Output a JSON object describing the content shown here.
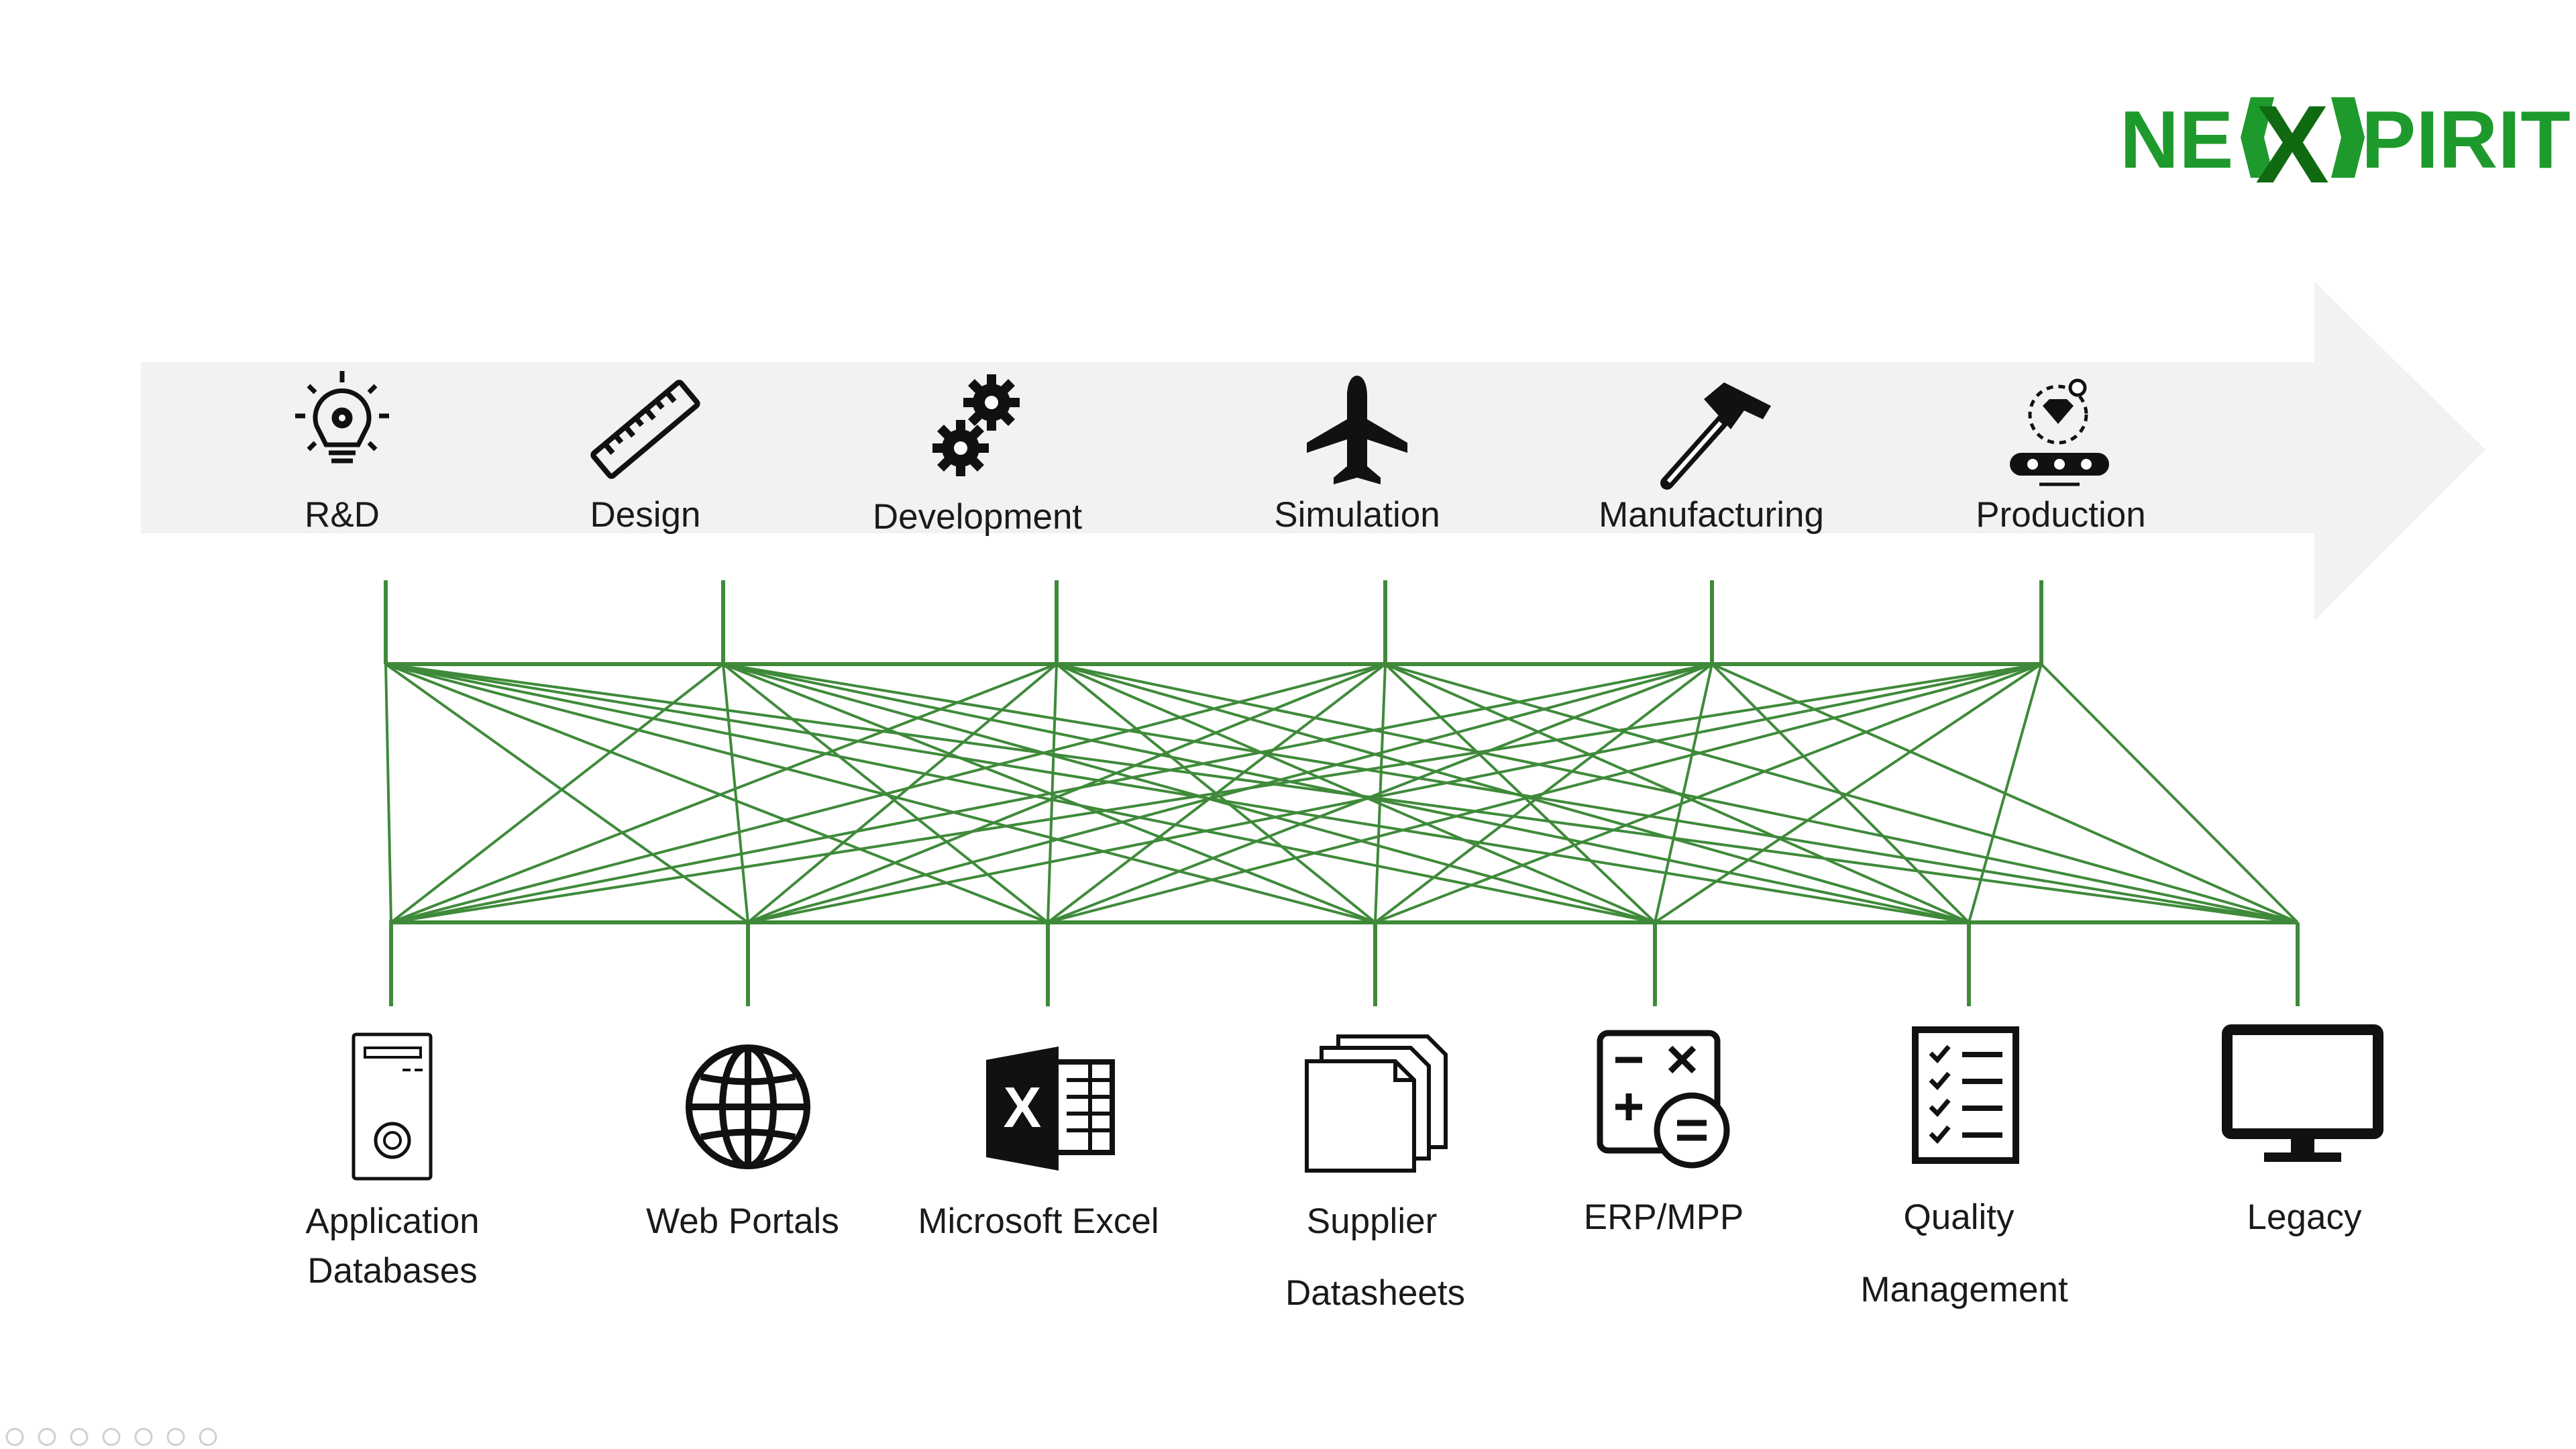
{
  "logo": {
    "left_text": "NE",
    "center_letter": "X",
    "right_text": "PIRIT",
    "color": "#1e9a2c",
    "dark_color": "#0f6a12"
  },
  "colors": {
    "connector": "#3f8a3a",
    "arrow_band": "#f2f2f2"
  },
  "stages": [
    {
      "key": "rnd",
      "label": "R&D",
      "icon": "lightbulb-gear-icon"
    },
    {
      "key": "design",
      "label": "Design",
      "icon": "ruler-icon"
    },
    {
      "key": "development",
      "label": "Development",
      "icon": "gears-icon"
    },
    {
      "key": "simulation",
      "label": "Simulation",
      "icon": "airplane-icon"
    },
    {
      "key": "manufacturing",
      "label": "Manufacturing",
      "icon": "hammer-icon"
    },
    {
      "key": "production",
      "label": "Production",
      "icon": "conveyor-gem-icon"
    }
  ],
  "sources": [
    {
      "key": "appdb",
      "label_lines": [
        "Application",
        "Databases"
      ],
      "icon": "server-tower-icon"
    },
    {
      "key": "web",
      "label_lines": [
        "Web Portals"
      ],
      "icon": "globe-icon"
    },
    {
      "key": "excel",
      "label_lines": [
        "Microsoft Excel"
      ],
      "icon": "excel-icon"
    },
    {
      "key": "supplier",
      "label_lines": [
        "Supplier",
        "Datasheets"
      ],
      "icon": "documents-icon"
    },
    {
      "key": "erp",
      "label_lines": [
        "ERP/MPP"
      ],
      "icon": "calculator-icon"
    },
    {
      "key": "quality",
      "label_lines": [
        "Quality",
        "Management"
      ],
      "icon": "checklist-icon"
    },
    {
      "key": "legacy",
      "label_lines": [
        "Legacy"
      ],
      "icon": "monitor-icon"
    }
  ]
}
